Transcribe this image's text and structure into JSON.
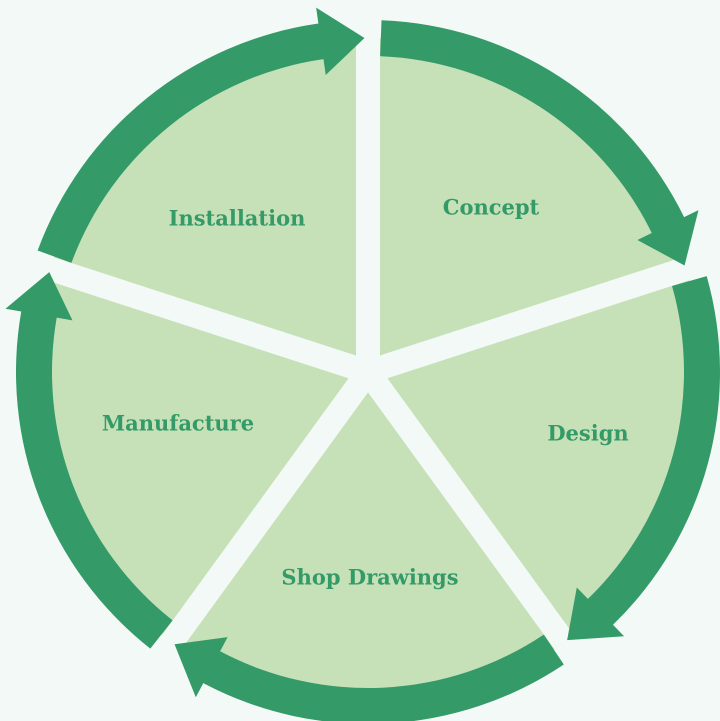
{
  "colors": {
    "background": "#f3f9f6",
    "slice": "#c6e1b7",
    "arrow": "#349a68",
    "text": "#349a68"
  },
  "stages": [
    {
      "label": "Concept"
    },
    {
      "label": "Design"
    },
    {
      "label": "Shop Drawings"
    },
    {
      "label": "Manufacture"
    },
    {
      "label": "Installation"
    }
  ]
}
